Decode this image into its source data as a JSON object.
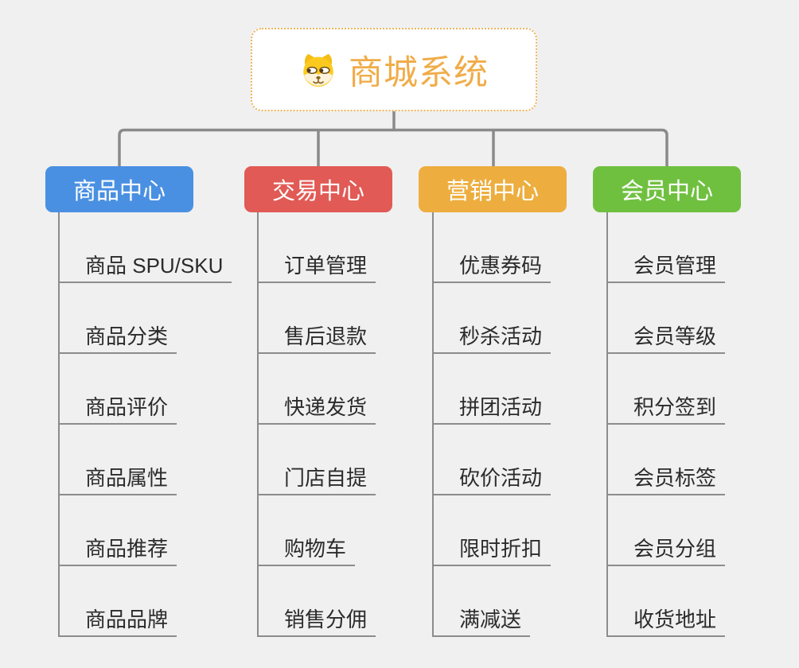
{
  "canvas": {
    "background": "#f0f0f0",
    "connector_color": "#8a8a8a"
  },
  "root": {
    "label": "商城系统",
    "icon": "dog-face-icon",
    "text_color": "#f0ac49",
    "border_color": "#f0b35a"
  },
  "branches": [
    {
      "label": "商品中心",
      "color": "#4a90e2",
      "children": [
        "商品 SPU/SKU",
        "商品分类",
        "商品评价",
        "商品属性",
        "商品推荐",
        "商品品牌"
      ]
    },
    {
      "label": "交易中心",
      "color": "#e15a55",
      "children": [
        "订单管理",
        "售后退款",
        "快递发货",
        "门店自提",
        "购物车",
        "销售分佣"
      ]
    },
    {
      "label": "营销中心",
      "color": "#edae3f",
      "children": [
        "优惠券码",
        "秒杀活动",
        "拼团活动",
        "砍价活动",
        "限时折扣",
        "满减送"
      ]
    },
    {
      "label": "会员中心",
      "color": "#70c040",
      "children": [
        "会员管理",
        "会员等级",
        "积分签到",
        "会员标签",
        "会员分组",
        "收货地址"
      ]
    }
  ]
}
